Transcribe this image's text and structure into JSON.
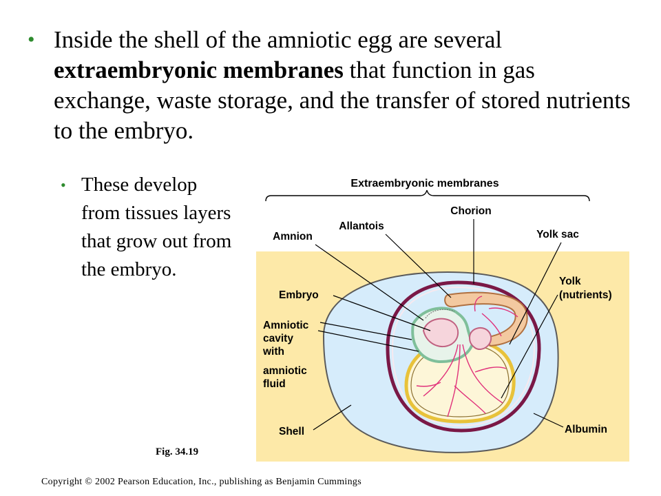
{
  "bullet_main": {
    "text_before": "Inside the shell of the amniotic egg are several ",
    "bold": "extraembryonic membranes",
    "text_after": " that function in gas exchange, waste storage, and the transfer of stored nutrients to the embryo."
  },
  "bullet_sub": {
    "text": "These develop from tissues layers that grow out from the embryo."
  },
  "diagram": {
    "header": "Extraembryonic membranes",
    "labels": {
      "chorion": "Chorion",
      "allantois": "Allantois",
      "amnion": "Amnion",
      "yolk_sac": "Yolk sac",
      "yolk_1": "Yolk",
      "yolk_2": "(nutrients)",
      "embryo": "Embryo",
      "cavity_1": "Amniotic",
      "cavity_2": "cavity",
      "cavity_3": "with",
      "cavity_4": "amniotic",
      "cavity_5": "fluid",
      "shell": "Shell",
      "albumin": "Albumin"
    },
    "colors": {
      "background_panel": "#fde9a8",
      "albumin": "#d6ecfb",
      "chorion": "#7a1846",
      "yolk_sac": "#e8c23a",
      "yolk": "#fdf6d8",
      "allantois": "#f3c9a0",
      "amnion": "#7fbf9a",
      "vessels": "#e0307a"
    }
  },
  "figure_label": "Fig. 34.19",
  "copyright": "Copyright © 2002 Pearson Education, Inc., publishing as Benjamin Cummings"
}
